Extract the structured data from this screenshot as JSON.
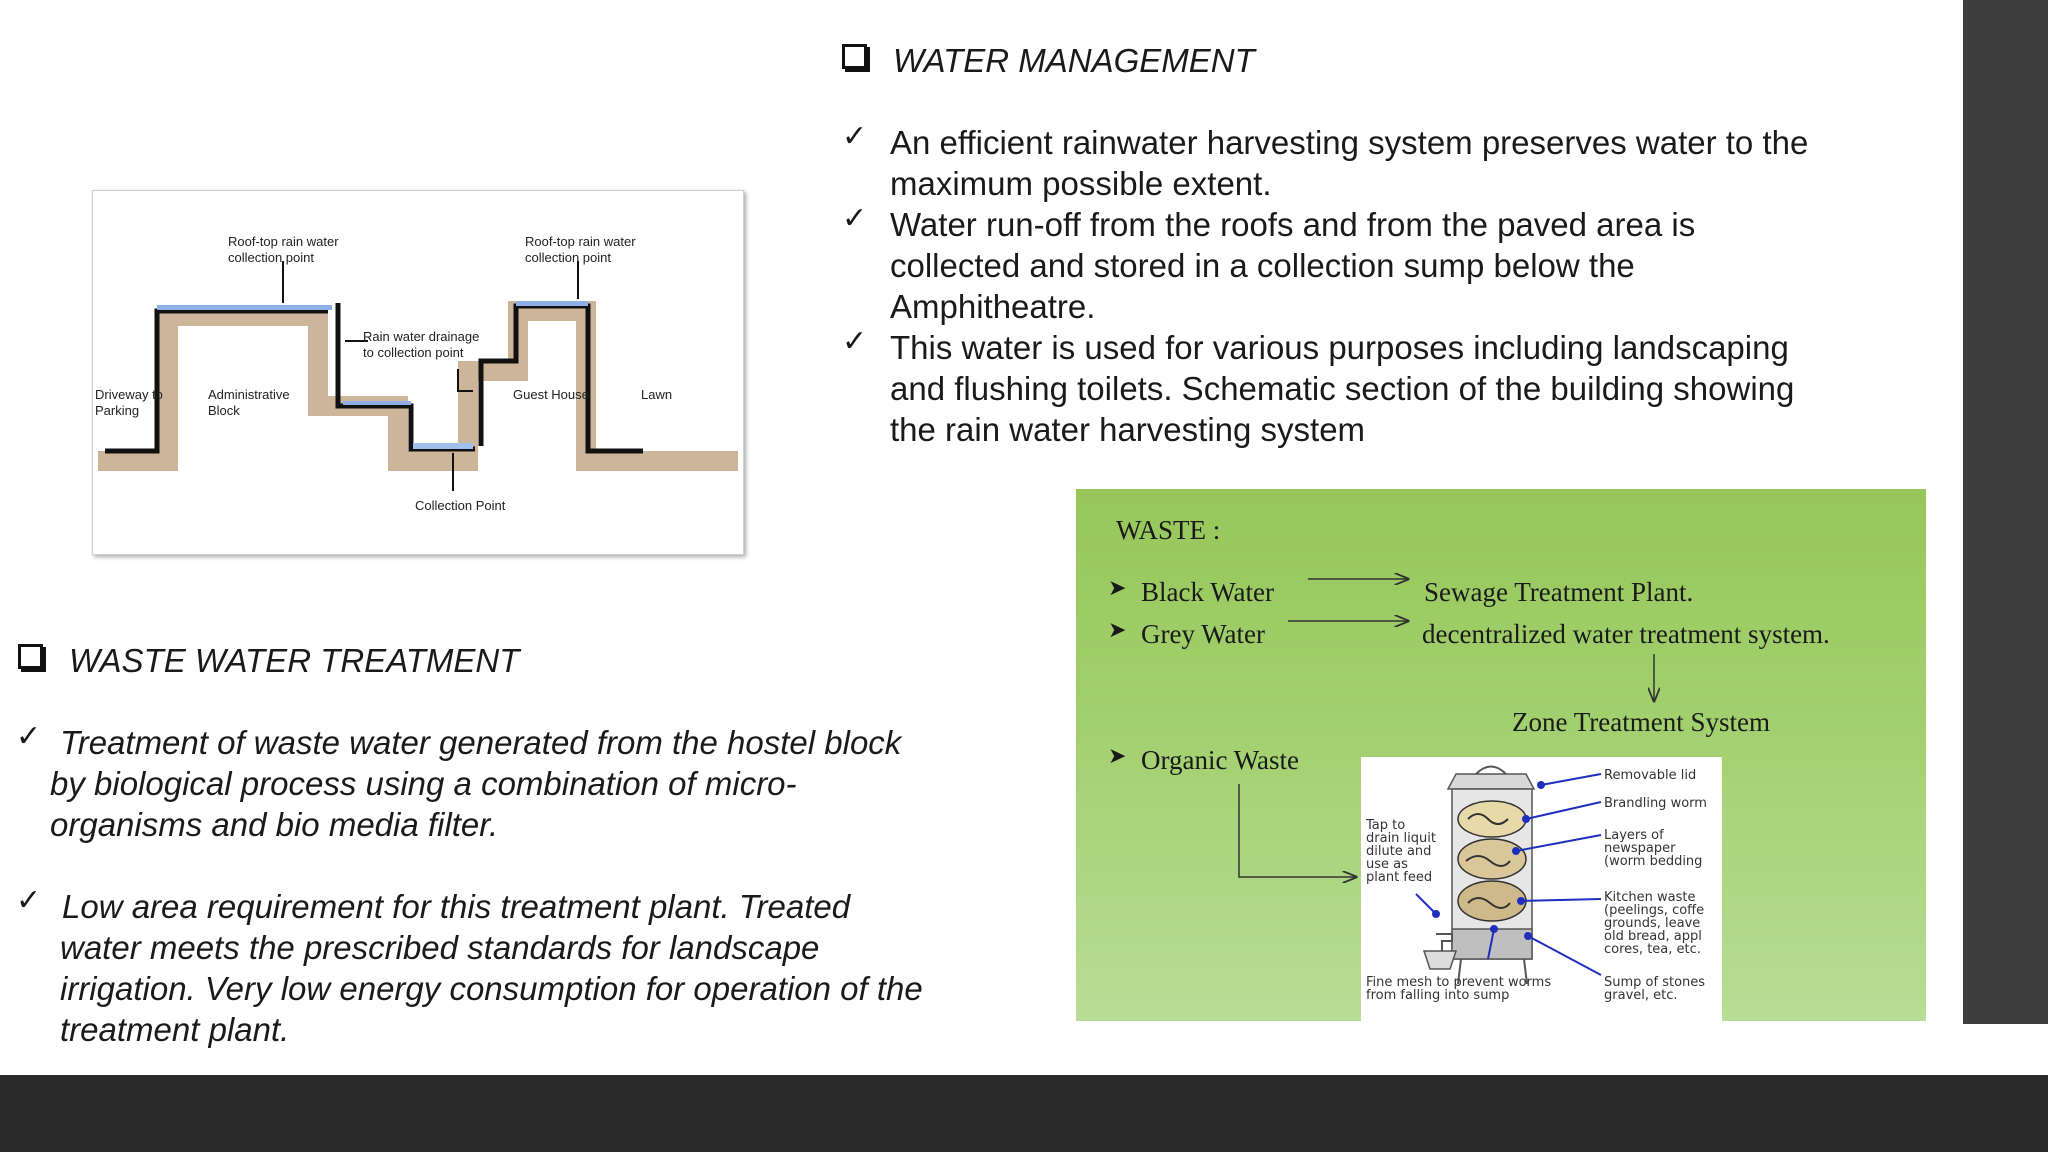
{
  "water": {
    "heading": "WATER MANAGEMENT",
    "bullets": [
      {
        "line1": " An efficient rainwater harvesting system preserves water to the",
        "line2": "maximum possible extent."
      },
      {
        "line1": " Water run-off from the roofs and from the paved area is",
        "line2": "collected and stored in a collection sump below the",
        "line3": "Amphitheatre."
      },
      {
        "line1": " This water is used for various purposes including landscaping",
        "line2": "and flushing toilets. Schematic section of the building showing",
        "line3": "the rain water harvesting system"
      }
    ]
  },
  "waste_water": {
    "heading": "WASTE WATER TREATMENT",
    "bullets": [
      {
        "line1": " Treatment of waste water generated from the hostel block",
        "line2": "by biological process using a combination of micro-",
        "line3": "organisms and bio media filter."
      },
      {
        "line1": " Low area requirement for this treatment plant. Treated",
        "line2": "water meets the prescribed standards for landscape",
        "line3": "irrigation. Very low energy consumption for operation of the",
        "line4": "treatment plant."
      }
    ]
  },
  "rain_diagram": {
    "roof_point_left": [
      "Roof-top rain water",
      "collection point"
    ],
    "roof_point_right": [
      "Roof-top rain water",
      "collection point"
    ],
    "drainage": [
      "Rain water drainage",
      "to collection point"
    ],
    "driveway": [
      "Driveway to",
      "Parking"
    ],
    "admin": [
      "Administrative",
      "Block"
    ],
    "guest": "Guest House",
    "lawn": "Lawn",
    "collection": "Collection Point"
  },
  "waste_panel": {
    "title": "WASTE :",
    "black_water": "Black Water",
    "grey_water": "Grey Water",
    "sewage": "Sewage Treatment Plant.",
    "decentralized": "decentralized water treatment system.",
    "zone": "Zone Treatment System",
    "organic": "Organic Waste",
    "bin_labels": {
      "lid": "Removable lid",
      "worms": "Brandling worm",
      "layers": [
        "Layers of",
        "newspaper",
        "(worm bedding"
      ],
      "kitchen": [
        "Kitchen waste",
        "(peelings, coffe",
        "grounds, leave",
        "old bread, appl",
        "cores, tea, etc."
      ],
      "tap": [
        "Tap to",
        "drain liquit",
        "dilute and",
        "use as",
        "plant feed"
      ],
      "mesh": [
        "Fine mesh to prevent worms",
        "from falling into sump"
      ],
      "sump": [
        "Sump of stones",
        "gravel, etc."
      ]
    }
  },
  "colors": {
    "side_bar": "#3d3d3d",
    "bottom_bar": "#2a2a2a",
    "panel_green": "#9ccb63"
  }
}
